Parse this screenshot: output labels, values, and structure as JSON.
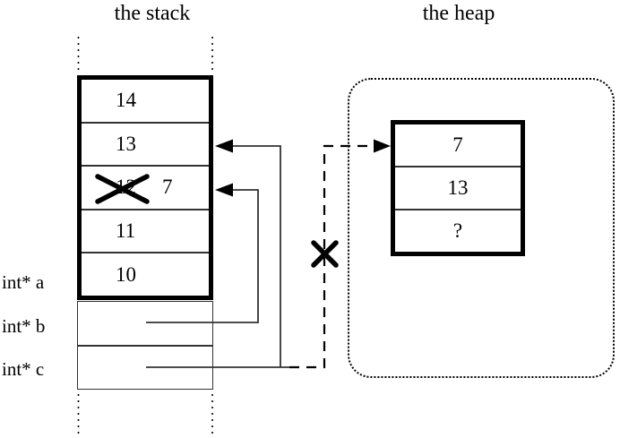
{
  "titles": {
    "stack": "the stack",
    "heap": "the heap"
  },
  "stack": {
    "cells": [
      {
        "value": "14"
      },
      {
        "value": "13"
      },
      {
        "old_value": "12",
        "new_value": "7",
        "crossed_out": true
      },
      {
        "value": "11"
      },
      {
        "value": "10"
      }
    ],
    "pointer_labels": [
      {
        "label": "int* a"
      },
      {
        "label": "int* b"
      },
      {
        "label": "int* c"
      }
    ]
  },
  "heap": {
    "cells": [
      {
        "value": "7"
      },
      {
        "value": "13"
      },
      {
        "value": "?"
      }
    ]
  },
  "annotations": {
    "crossed_out_stack_value": true,
    "crossed_out_heap_pointer": true
  },
  "colors": {
    "ink": "#000000",
    "thin_line": "#333333",
    "background": "#ffffff"
  }
}
